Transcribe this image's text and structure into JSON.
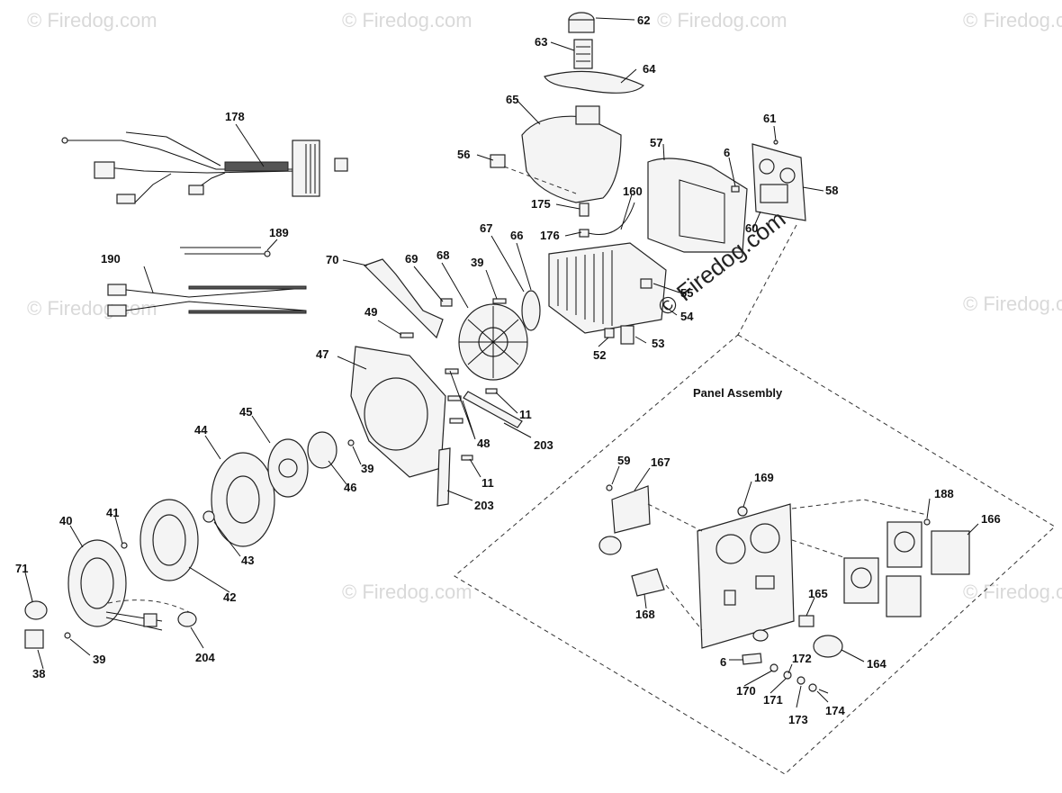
{
  "watermark": {
    "text": "© Firedog.com",
    "center_text": "© Firedog.com"
  },
  "panel_assembly": {
    "title": "Panel Assembly"
  },
  "callouts": [
    {
      "id": "c62",
      "text": "62"
    },
    {
      "id": "c63",
      "text": "63"
    },
    {
      "id": "c64",
      "text": "64"
    },
    {
      "id": "c65",
      "text": "65"
    },
    {
      "id": "c56",
      "text": "56"
    },
    {
      "id": "c57",
      "text": "57"
    },
    {
      "id": "c6a",
      "text": "6"
    },
    {
      "id": "c61",
      "text": "61"
    },
    {
      "id": "c58",
      "text": "58"
    },
    {
      "id": "c60",
      "text": "60"
    },
    {
      "id": "c175",
      "text": "175"
    },
    {
      "id": "c160",
      "text": "160"
    },
    {
      "id": "c176",
      "text": "176"
    },
    {
      "id": "c178",
      "text": "178"
    },
    {
      "id": "c189",
      "text": "189"
    },
    {
      "id": "c190",
      "text": "190"
    },
    {
      "id": "c70",
      "text": "70"
    },
    {
      "id": "c69",
      "text": "69"
    },
    {
      "id": "c68",
      "text": "68"
    },
    {
      "id": "c39a",
      "text": "39"
    },
    {
      "id": "c67",
      "text": "67"
    },
    {
      "id": "c66",
      "text": "66"
    },
    {
      "id": "c55",
      "text": "55"
    },
    {
      "id": "c54",
      "text": "54"
    },
    {
      "id": "c53",
      "text": "53"
    },
    {
      "id": "c52",
      "text": "52"
    },
    {
      "id": "c49",
      "text": "49"
    },
    {
      "id": "c47",
      "text": "47"
    },
    {
      "id": "c11a",
      "text": "11"
    },
    {
      "id": "c203a",
      "text": "203"
    },
    {
      "id": "c48",
      "text": "48"
    },
    {
      "id": "c11b",
      "text": "11"
    },
    {
      "id": "c203b",
      "text": "203"
    },
    {
      "id": "c44",
      "text": "44"
    },
    {
      "id": "c45",
      "text": "45"
    },
    {
      "id": "c39b",
      "text": "39"
    },
    {
      "id": "c46",
      "text": "46"
    },
    {
      "id": "c41",
      "text": "41"
    },
    {
      "id": "c40",
      "text": "40"
    },
    {
      "id": "c43",
      "text": "43"
    },
    {
      "id": "c42",
      "text": "42"
    },
    {
      "id": "c71",
      "text": "71"
    },
    {
      "id": "c39c",
      "text": "39"
    },
    {
      "id": "c38",
      "text": "38"
    },
    {
      "id": "c204",
      "text": "204"
    },
    {
      "id": "c59",
      "text": "59"
    },
    {
      "id": "c167",
      "text": "167"
    },
    {
      "id": "c169",
      "text": "169"
    },
    {
      "id": "c188",
      "text": "188"
    },
    {
      "id": "c166",
      "text": "166"
    },
    {
      "id": "c165",
      "text": "165"
    },
    {
      "id": "c168",
      "text": "168"
    },
    {
      "id": "c164",
      "text": "164"
    },
    {
      "id": "c6b",
      "text": "6"
    },
    {
      "id": "c172",
      "text": "172"
    },
    {
      "id": "c170",
      "text": "170"
    },
    {
      "id": "c171",
      "text": "171"
    },
    {
      "id": "c173",
      "text": "173"
    },
    {
      "id": "c174",
      "text": "174"
    }
  ]
}
